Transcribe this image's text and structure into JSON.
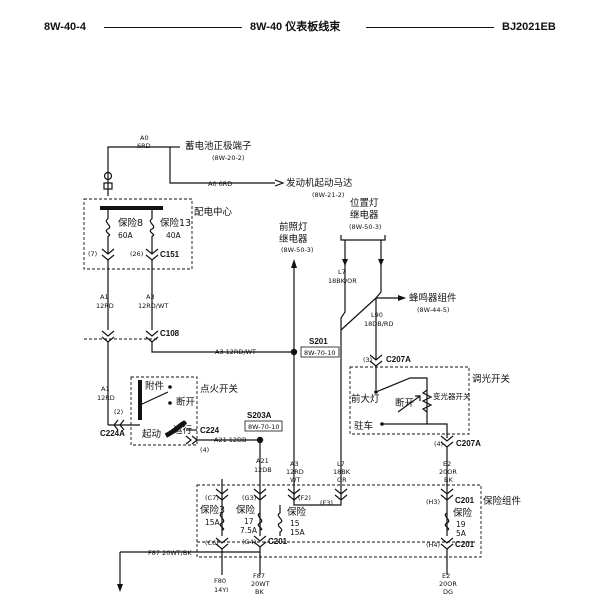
{
  "header": {
    "page_no": "8W-40-4",
    "title": "8W-40 仪表板线束",
    "doc_code": "BJ2021EB"
  },
  "battery": {
    "wire_top": "A0",
    "wire_top_color": "6RD",
    "name": "蓄电池正极端子",
    "ref": "(8W-20-2)",
    "wire_starter": "A0  6RD",
    "starter_name": "发动机起动马达",
    "starter_ref": "(8W-21-2)"
  },
  "pdc": {
    "name": "配电中心",
    "fuse8_label": "保险8",
    "fuse8_rating": "60A",
    "fuse13_label": "保险13",
    "fuse13_rating": "40A",
    "pin7": "(7)",
    "pin26": "(26)",
    "connector": "C151"
  },
  "wires": {
    "a1_id": "A1",
    "a1_color": "12RD",
    "a3_id": "A3",
    "a3_color": "12RD/WT",
    "c108": "C108",
    "a3_run": "A3  12RD/WT",
    "a1_id2": "A1",
    "a1_color2": "12RD"
  },
  "headlamp_relay": {
    "name1": "前照灯",
    "name2": "继电器",
    "ref": "(8W-50-3)"
  },
  "position_relay": {
    "name1": "位置灯",
    "name2": "继电器",
    "ref": "(8W-50-3)",
    "l7_id": "L7",
    "l7_color": "18BK/OR",
    "l90_id": "L90",
    "l90_color": "18DB/RD",
    "buzzer": "蜂鸣器组件",
    "buzzer_ref": "(8W-44-5)"
  },
  "splice": {
    "s201": "S201",
    "s201_ref": "8W-70-10",
    "s203a": "S203A",
    "s203a_ref": "8W-70-10"
  },
  "ignition": {
    "name": "点火开关",
    "acc": "附件",
    "off": "断开",
    "start": "起动",
    "run": "运行",
    "pin2": "(2)",
    "c224a": "C224A",
    "c224": "C224",
    "pin4": "(4)",
    "a21_run": "A21  12DB"
  },
  "dimmer": {
    "name": "调光开关",
    "pin3": "(3)",
    "c207a_top": "C207A",
    "headlamp": "前大灯",
    "off": "断开",
    "rheostat": "变光器开关",
    "park": "驻车",
    "pin4": "(4)",
    "c207a_bot": "C207A"
  },
  "drops": {
    "a21_id": "A21",
    "a21_color": "12DB",
    "a3_id": "A3",
    "a3_color1": "12RD",
    "a3_color2": "WT",
    "l7_id": "L7",
    "l7_color1": "18BK",
    "l7_color2": "OR",
    "e2_id": "E2",
    "e2_color1": "20OR",
    "e2_color2": "BK"
  },
  "fuse_block": {
    "name": "保险组件",
    "c7": "(C7)",
    "g3": "(G3)",
    "f2": "(F2)",
    "f3": "(F3)",
    "h3": "(H3)",
    "c201_top": "C201",
    "fuse3_label": "保险3",
    "fuse3_rating": "15A",
    "fuse17_label": "保险",
    "fuse17_no": "17",
    "fuse17_rating": "7.5A",
    "fuse15_label": "保险",
    "fuse15_no": "15",
    "fuse15_rating": "15A",
    "fuse19_label": "保险",
    "fuse19_no": "19",
    "fuse19_rating": "5A",
    "c6": "(C6)",
    "g4": "(G4)",
    "c201_mid": "C201",
    "h4": "(H4)",
    "c201_bot": "C201"
  },
  "outputs": {
    "f87_run": "F87  20WT/BK",
    "f80_id": "F80",
    "f80_color": "14YI",
    "f87_id": "F87",
    "f87_color1": "20WT",
    "f87_color2": "BK",
    "e2_id": "E2",
    "e2_color1": "20OR",
    "e2_color2": "DG"
  },
  "colors": {
    "ink": "#111111",
    "paper": "#ffffff"
  }
}
